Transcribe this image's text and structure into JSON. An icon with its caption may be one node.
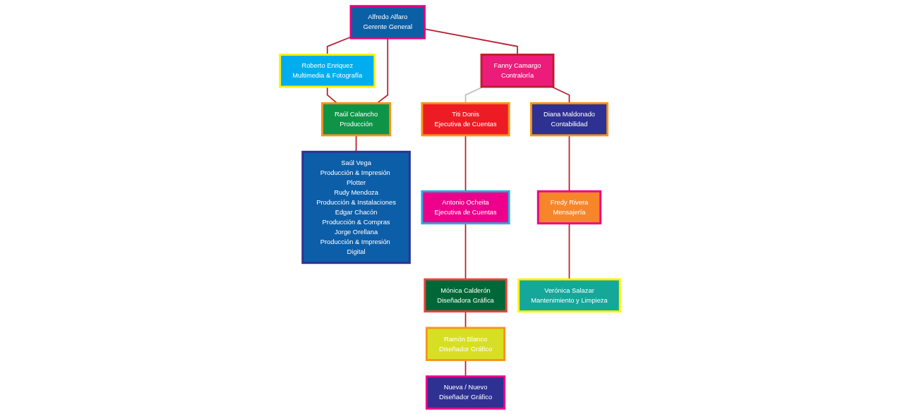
{
  "diagram": {
    "nodes": [
      {
        "text": [
          "Alfredo Alfaro",
          "Gerente General"
        ]
      },
      {
        "text": [
          "Roberto Enriquez",
          "Multimedia & Fotografía"
        ]
      },
      {
        "text": [
          "Raúl Calancho",
          "Producción"
        ]
      },
      {
        "text": [
          "Fanny Camargo",
          "Contraloría"
        ]
      },
      {
        "text": [
          "Titi Donis",
          "Ejecutiva de Cuentas"
        ]
      },
      {
        "text": [
          "Antonio Ocheita",
          "Ejecutiva de Cuentas"
        ]
      },
      {
        "text": [
          "Mónica Calderón",
          "Diseñadora Gráfica"
        ]
      },
      {
        "text": [
          "Saúl Vega",
          "Producción & Impresión Plotter",
          "Rudy Mendoza",
          "Producción & Instalaciones",
          "Edgar Chacón",
          "Producción & Compras",
          "Jorge Orellana",
          "Producción & Impresión Digital"
        ]
      },
      {
        "text": [
          "Diana Maldonado",
          "Contabilidad"
        ]
      },
      {
        "text": [
          "Ramón Blanco",
          "Diseñador Gráfico"
        ]
      },
      {
        "text": [
          "Fredy Rivera",
          "Mensajería"
        ]
      },
      {
        "text": [
          "Nueva / Nuevo",
          "Diseñador Gráfico"
        ]
      },
      {
        "text": [
          "Verónica Salazar",
          "Mantenimiento y Limpieza"
        ]
      }
    ],
    "edges": [
      {
        "from": 0,
        "to": 1,
        "arrow": "none"
      },
      {
        "from": 0,
        "to": 2,
        "arrow": "none"
      },
      {
        "from": 1,
        "to": 2,
        "arrow": "none"
      },
      {
        "from": 0,
        "to": 3,
        "arrow": "none"
      },
      {
        "from": 3,
        "to": 4,
        "arrow": "none",
        "color": "#bbbbbb"
      },
      {
        "from": 4,
        "to": 5,
        "arrow": "none"
      },
      {
        "from": 5,
        "to": 6,
        "arrow": "none"
      },
      {
        "from": 2,
        "to": 7,
        "arrow": "none"
      },
      {
        "from": 3,
        "to": 8,
        "arrow": "none"
      },
      {
        "from": 8,
        "to": 10,
        "arrow": "none"
      },
      {
        "from": 10,
        "to": 12,
        "arrow": "none"
      },
      {
        "from": 6,
        "to": 9,
        "arrow": "none"
      },
      {
        "from": 9,
        "to": 11,
        "arrow": "none"
      }
    ]
  }
}
